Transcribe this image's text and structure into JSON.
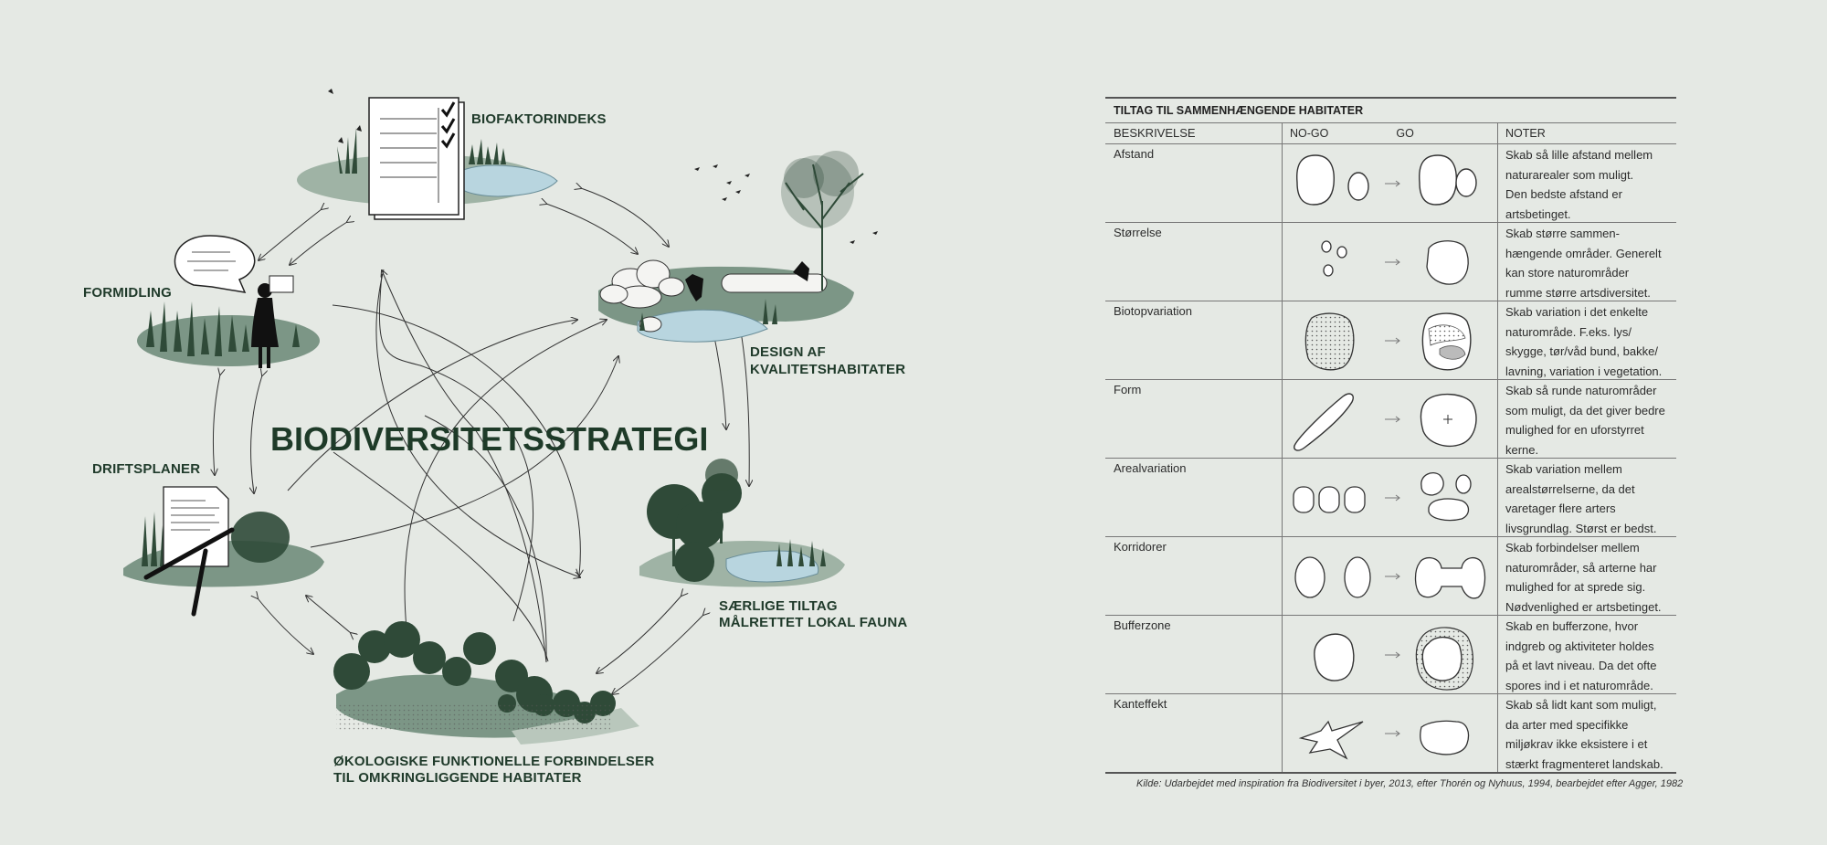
{
  "diagram": {
    "title": "BIODIVERSITETSSTRATEGI",
    "nodes": {
      "biofaktorindeks": "BIOFAKTORINDEKS",
      "formidling": "FORMIDLING",
      "design_line1": "DESIGN AF",
      "design_line2": "KVALITETSHABITATER",
      "driftsplaner": "DRIFTSPLANER",
      "saerlige_line1": "SÆRLIGE TILTAG",
      "saerlige_line2": "MÅLRETTET LOKAL FAUNA",
      "oekologiske_line1": "ØKOLOGISKE FUNKTIONELLE FORBINDELSER",
      "oekologiske_line2": "TIL OMKRINGLIGGENDE HABITATER"
    }
  },
  "table": {
    "title": "TILTAG TIL SAMMENHÆNGENDE HABITATER",
    "headers": {
      "beskrivelse": "BESKRIVELSE",
      "nogo": "NO-GO",
      "go": "GO",
      "noter": "NOTER"
    },
    "rows": [
      {
        "name": "Afstand",
        "notes": [
          "Skab så lille afstand mellem",
          "naturarealer som muligt.",
          "Den bedste afstand er",
          "artsbetinget."
        ]
      },
      {
        "name": "Størrelse",
        "notes": [
          "Skab større sammen-",
          "hængende områder. Generelt",
          "kan store naturområder",
          "rumme større artsdiversitet."
        ]
      },
      {
        "name": "Biotopvariation",
        "notes": [
          "Skab variation i det enkelte",
          "naturområde. F.eks. lys/",
          "skygge, tør/våd bund, bakke/",
          "lavning, variation i vegetation."
        ]
      },
      {
        "name": "Form",
        "notes": [
          "Skab så runde naturområder",
          "som muligt, da det giver bedre",
          "mulighed for en uforstyrret",
          "kerne."
        ]
      },
      {
        "name": "Arealvariation",
        "notes": [
          "Skab variation mellem",
          "arealstørrelserne, da det",
          "varetager flere arters",
          "livsgrundlag. Størst er bedst."
        ]
      },
      {
        "name": "Korridorer",
        "notes": [
          "Skab forbindelser mellem",
          "naturområder, så arterne har",
          "mulighed for at sprede sig.",
          "Nødvenlighed er artsbetinget."
        ]
      },
      {
        "name": "Bufferzone",
        "notes": [
          "Skab en bufferzone, hvor",
          "indgreb og aktiviteter holdes",
          "på et lavt niveau. Da det ofte",
          "spores ind i et naturområde."
        ]
      },
      {
        "name": "Kanteffekt",
        "notes": [
          "Skab så lidt kant som muligt,",
          "da arter med specifikke",
          "miljøkrav ikke eksistere i et",
          "stærkt fragmenteret landskab."
        ]
      }
    ],
    "source": "Kilde: Udarbejdet med inspiration fra Biodiversitet i byer, 2013, efter Thorén og Nyhuus, 1994, bearbejdet efter Agger, 1982"
  },
  "colors": {
    "background": "#e5e9e4",
    "label": "#1f3a2a",
    "ground": "#7c9686",
    "ground_light": "#b9c7bc",
    "water": "#b8d5df",
    "tree_dark": "#2f4a38"
  },
  "icons": [
    "document-checklist-icon",
    "speech-bubble-icon",
    "person-silhouette-icon",
    "plan-document-icon",
    "pruning-shears-icon",
    "tree-icon",
    "rocks-icon",
    "bird-icon",
    "pond-icon"
  ]
}
